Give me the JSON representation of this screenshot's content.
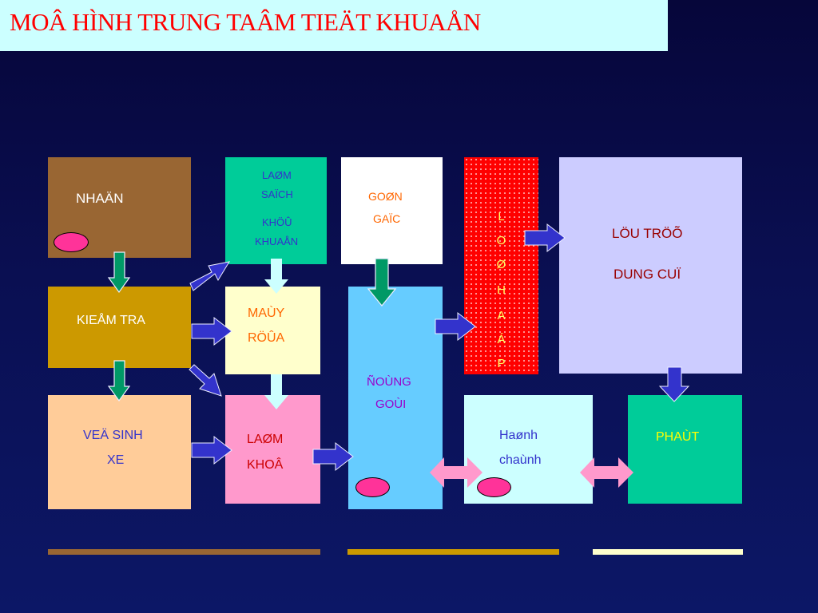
{
  "title": "MOÂ HÌNH TRUNG TAÂM TIEÄT KHUAÅN",
  "boxes": {
    "nhan": "NHAÄN",
    "kiem_tra": "KIEÅM TRA",
    "ve_sinh": [
      "VEÄ SINH",
      "XE"
    ],
    "lam_sach": [
      "LAØM",
      "SAÏCH",
      "KHÖÛ",
      "KHUAÅN"
    ],
    "may_rua": [
      "MAÙY",
      "RÖÛA"
    ],
    "lam_kho": [
      "LAØM",
      "KHOÂ"
    ],
    "goi": [
      "GOØN",
      "GAÏC"
    ],
    "dong_goi": [
      "ÑOÙNG",
      "GOÙI"
    ],
    "lo_hap": [
      "L",
      "O",
      "Ø",
      "H",
      "A",
      "Á",
      "P"
    ],
    "luu_tru": [
      "LÖU TRÖÕ",
      "DUNG CUÏ"
    ],
    "hanh_chanh": [
      "Haønh",
      "chaùnh"
    ],
    "phat": "PHAÙT"
  },
  "colors": {
    "title_bg": "#ccffff",
    "title_text": "#ff0000",
    "nhan": "#996633",
    "kiem_tra": "#cc9900",
    "ve_sinh": "#ffcc99",
    "lam_sach": "#00cc99",
    "may_rua": "#ffffcc",
    "lam_kho": "#ff99cc",
    "goi": "#ffffff",
    "dong_goi": "#66ccff",
    "lo_hap": "#ff0000",
    "luu_tru": "#ccccff",
    "hanh_chanh": "#ccffff",
    "phat": "#00cc99",
    "arrow_blue": "#3333cc",
    "arrow_green": "#009966",
    "arrow_light": "#ccffff",
    "arrow_pink": "#ff99cc"
  }
}
